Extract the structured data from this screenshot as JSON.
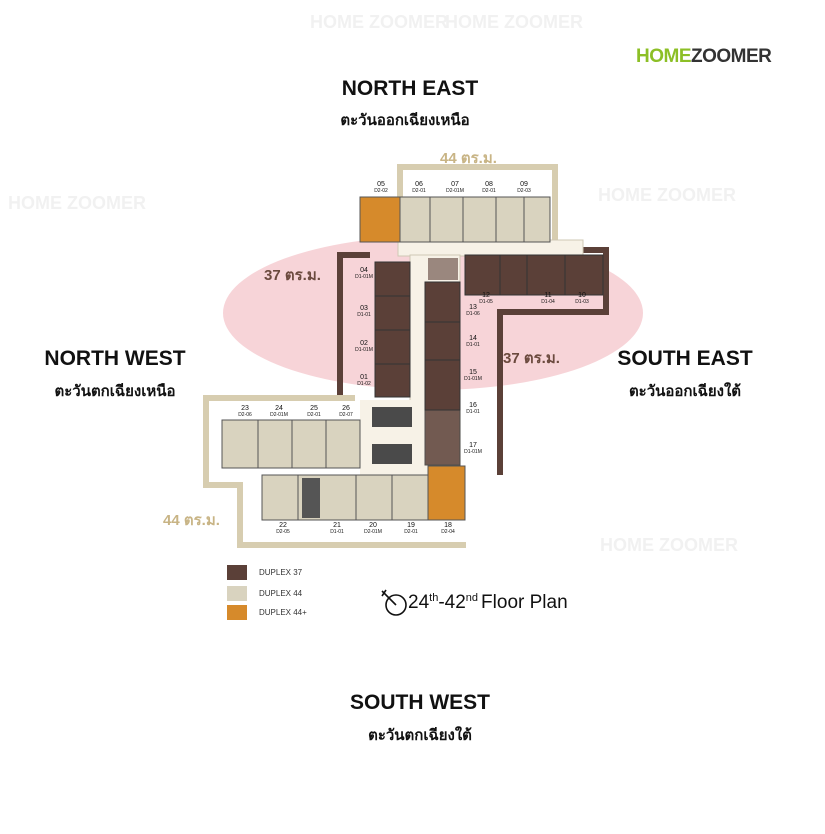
{
  "brand": {
    "logo_part1": "HOME",
    "logo_part2": "ZOOMER",
    "watermark": "HOME ZOOMER"
  },
  "colors": {
    "duplex37": "#5b4038",
    "duplex44": "#d9d3bf",
    "duplex44plus": "#d68a2b",
    "highlight": "#f4c6cb",
    "brand_green": "#8cbf26"
  },
  "directions": {
    "north_east": {
      "en": "NORTH EAST",
      "th": "ตะวันออกเฉียงเหนือ"
    },
    "north_west": {
      "en": "NORTH WEST",
      "th": "ตะวันตกเฉียงเหนือ"
    },
    "south_east": {
      "en": "SOUTH EAST",
      "th": "ตะวันออกเฉียงใต้"
    },
    "south_west": {
      "en": "SOUTH WEST",
      "th": "ตะวันตกเฉียงใต้"
    }
  },
  "areas": {
    "top": "44 ตร.ม.",
    "left": "37 ตร.ม.",
    "right": "37 ตร.ม.",
    "bottom": "44 ตร.ม."
  },
  "units": [
    {
      "no": "05",
      "type": "D2-02"
    },
    {
      "no": "06",
      "type": "D2-01"
    },
    {
      "no": "07",
      "type": "D2-01M"
    },
    {
      "no": "08",
      "type": "D2-01"
    },
    {
      "no": "09",
      "type": "D2-03"
    },
    {
      "no": "04",
      "type": "D1-01M"
    },
    {
      "no": "03",
      "type": "D1-01"
    },
    {
      "no": "02",
      "type": "D1-01M"
    },
    {
      "no": "01",
      "type": "D1-02"
    },
    {
      "no": "12",
      "type": "D1-05"
    },
    {
      "no": "11",
      "type": "D1-04"
    },
    {
      "no": "10",
      "type": "D1-03"
    },
    {
      "no": "13",
      "type": "D1-06"
    },
    {
      "no": "14",
      "type": "D1-01"
    },
    {
      "no": "15",
      "type": "D1-01M"
    },
    {
      "no": "16",
      "type": "D1-01"
    },
    {
      "no": "17",
      "type": "D1-01M"
    },
    {
      "no": "23",
      "type": "D2-06"
    },
    {
      "no": "24",
      "type": "D2-01M"
    },
    {
      "no": "25",
      "type": "D2-01"
    },
    {
      "no": "26",
      "type": "D2-07"
    },
    {
      "no": "22",
      "type": "D2-05"
    },
    {
      "no": "21",
      "type": "D1-01"
    },
    {
      "no": "20",
      "type": "D2-01M"
    },
    {
      "no": "19",
      "type": "D2-01"
    },
    {
      "no": "18",
      "type": "D2-04"
    }
  ],
  "legend": [
    {
      "label": "DUPLEX 37",
      "color": "#5b4038"
    },
    {
      "label": "DUPLEX 44",
      "color": "#d9d3bf"
    },
    {
      "label": "DUPLEX 44+",
      "color": "#d68a2b"
    }
  ],
  "floor_plan": {
    "from": "24",
    "from_sup": "th",
    "sep": "-42",
    "to_sup": "nd",
    "suffix": "Floor Plan"
  }
}
